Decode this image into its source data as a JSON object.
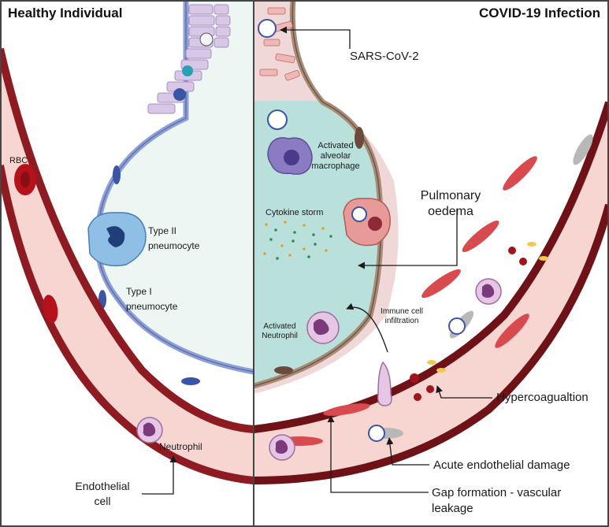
{
  "panels": {
    "left_title": "Healthy Individual",
    "right_title": "COVID-19 Infection"
  },
  "labels": {
    "sars": "SARS-CoV-2",
    "rbc": "RBC",
    "macrophage_1": "Activated",
    "macrophage_2": "alveolar",
    "macrophage_3": "macrophage",
    "oedema_1": "Pulmonary",
    "oedema_2": "oedema",
    "cytokine": "Cytokine storm",
    "type2_1": "Type II",
    "type2_2": "pneumocyte",
    "type1_1": "Type I",
    "type1_2": "pneumocyte",
    "immune_1": "Immune cell",
    "immune_2": "infiltration",
    "neutrophil_act_1": "Activated",
    "neutrophil_act_2": "Neutrophil",
    "hypercoag": "Hypercoagualtion",
    "neutrophil": "Neutrophil",
    "endothelial_1": "Endothelial",
    "endothelial_2": "cell",
    "acute": "Acute endothelial damage",
    "gap_1": "Gap formation - vascular",
    "gap_2": "leakage"
  },
  "colors": {
    "alveolus_healthy": "#eef6f3",
    "alveolus_fluid": "#b9e0da",
    "vessel_wall": "#8e1b22",
    "vessel_lumen": "#f7d6d2",
    "endothelium": "#d94a4e",
    "type1_healthy": "#8ea0d4",
    "type1_infected": "#a88c78",
    "virus": "#3a55a8",
    "border": "#444444"
  }
}
